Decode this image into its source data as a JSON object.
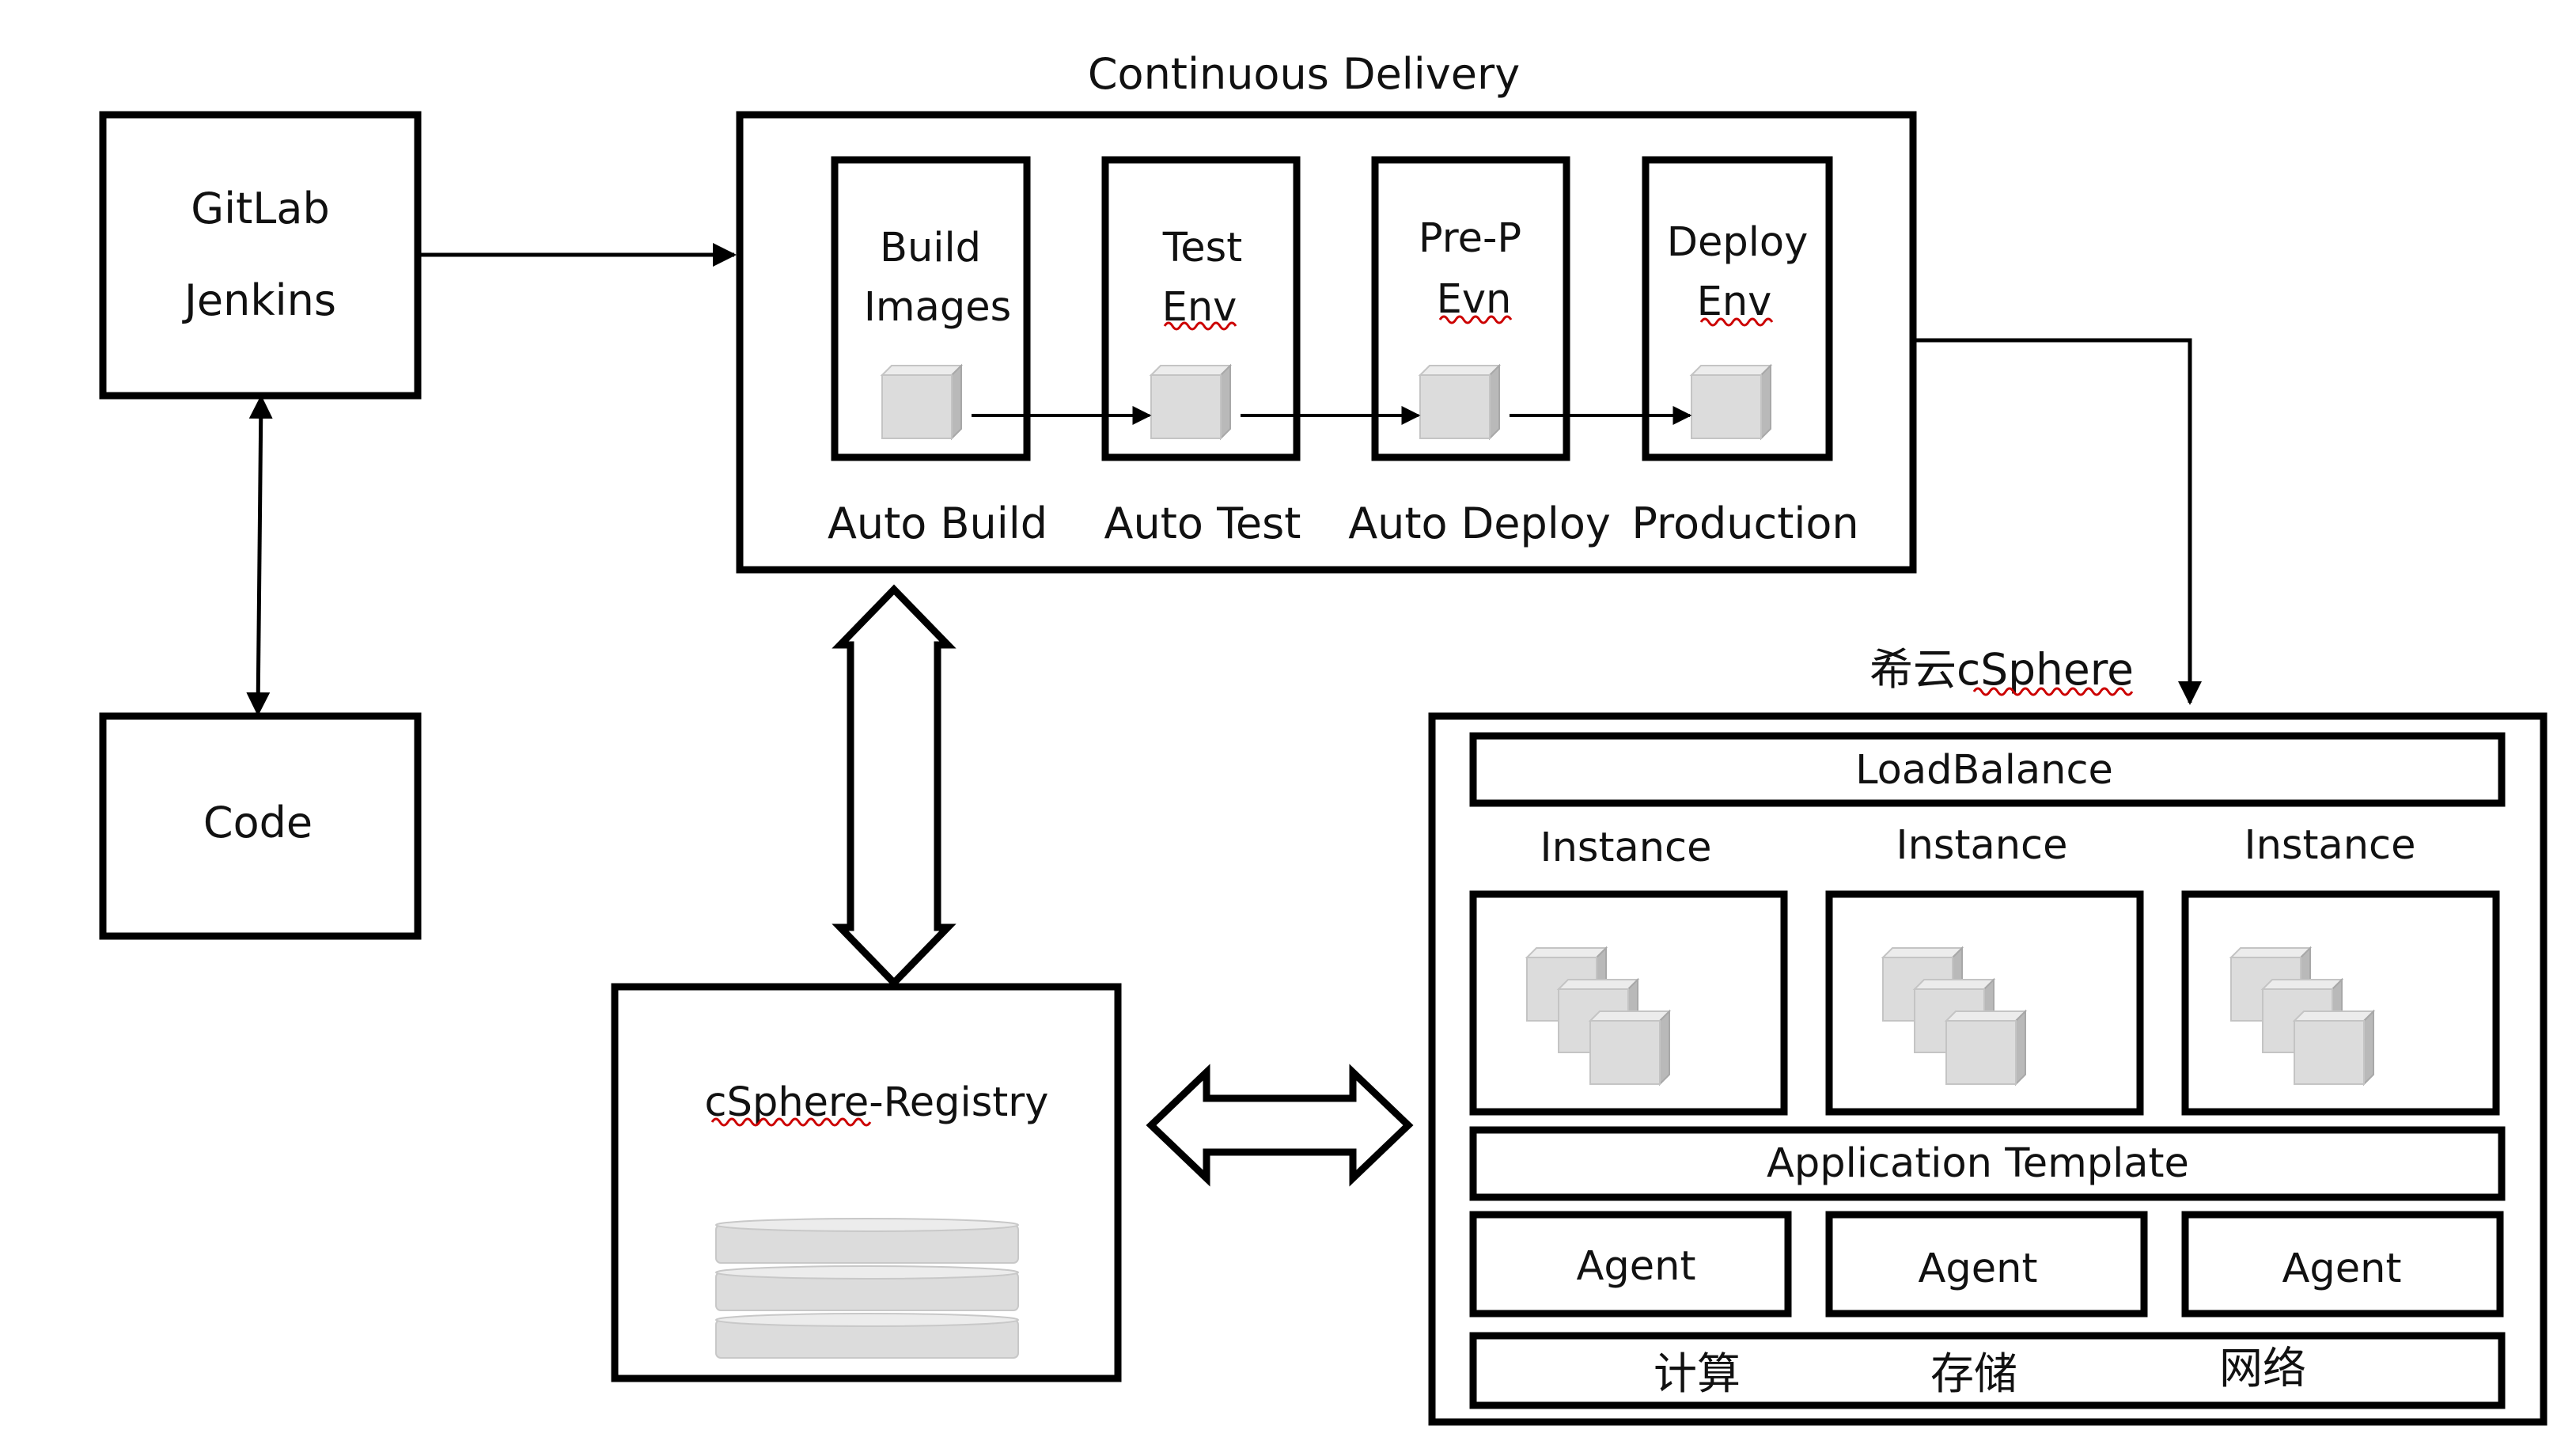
{
  "gitlab_jenkins": {
    "line1": "GitLab",
    "line2": "Jenkins"
  },
  "code": {
    "label": "Code"
  },
  "continuous_delivery": {
    "title": "Continuous Delivery",
    "stages": [
      {
        "line1": "Build",
        "line2": "Images",
        "caption": "Auto Build"
      },
      {
        "line1": "Test",
        "line2": "Env",
        "caption": "Auto Test"
      },
      {
        "line1": "Pre-P",
        "line2": "Evn",
        "caption": "Auto Deploy"
      },
      {
        "line1": "Deploy",
        "line2": "Env",
        "caption": "Production"
      }
    ]
  },
  "registry": {
    "label": "cSphere-Registry"
  },
  "csphere": {
    "title": "希云cSphere",
    "loadbalance": "LoadBalance",
    "instances": [
      "Instance",
      "Instance",
      "Instance"
    ],
    "app_template": "Application Template",
    "agents": [
      "Agent",
      "Agent",
      "Agent"
    ],
    "resources": [
      "计算",
      "存储",
      "网络"
    ]
  },
  "colors": {
    "stroke": "#000000",
    "cube_face": "#dcdcdc",
    "cube_top": "#ececec",
    "cube_side": "#b9b9b9",
    "squiggle": "#cc0000"
  },
  "icons": {
    "container": "cube-icon",
    "storage": "database-stack-icon"
  }
}
